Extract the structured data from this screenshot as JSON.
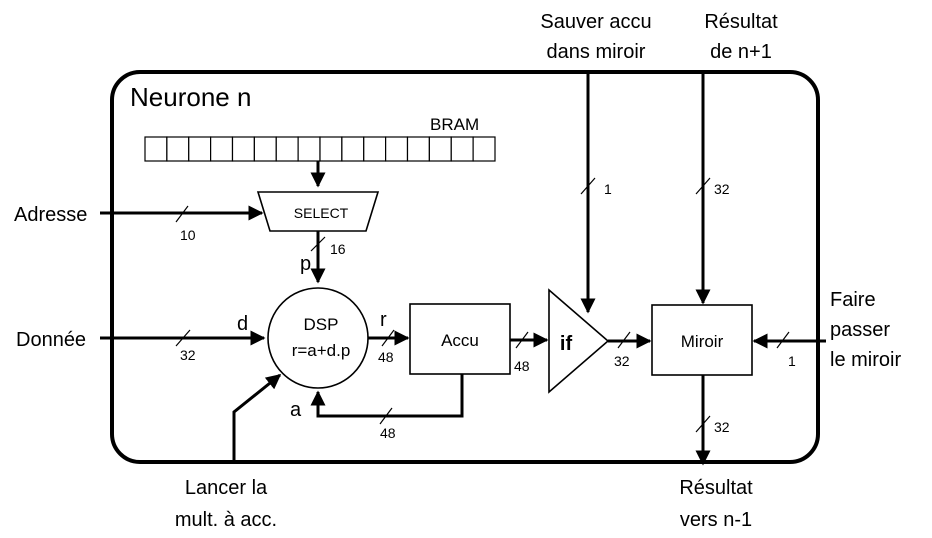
{
  "neuron": {
    "title": "Neurone n",
    "bram_label": "BRAM",
    "select_label": "SELECT",
    "dsp_label": "DSP",
    "dsp_formula": "r=a+d.p",
    "accu_label": "Accu",
    "if_label": "if",
    "miroir_label": "Miroir"
  },
  "inputs": {
    "adresse": "Adresse",
    "donnee": "Donnée",
    "save_line1": "Sauver accu",
    "save_line2": "dans miroir",
    "result_in_line1": "Résultat",
    "result_in_line2": "de n+1",
    "pass_line1": "Faire",
    "pass_line2": "passer",
    "pass_line3": "le miroir",
    "launch_line1": "Lancer la",
    "launch_line2": "mult. à acc."
  },
  "outputs": {
    "result_out_line1": "Résultat",
    "result_out_line2": "vers n-1"
  },
  "signals": {
    "p": "p",
    "d": "d",
    "r": "r",
    "a": "a"
  },
  "bus_widths": {
    "addr": "10",
    "bram_out": "16",
    "data": "32",
    "r_out": "48",
    "accu_out": "48",
    "feedback": "48",
    "if_out": "32",
    "save": "1",
    "result_in": "32",
    "pass": "1",
    "result_out": "32"
  },
  "bram_cells": 16
}
